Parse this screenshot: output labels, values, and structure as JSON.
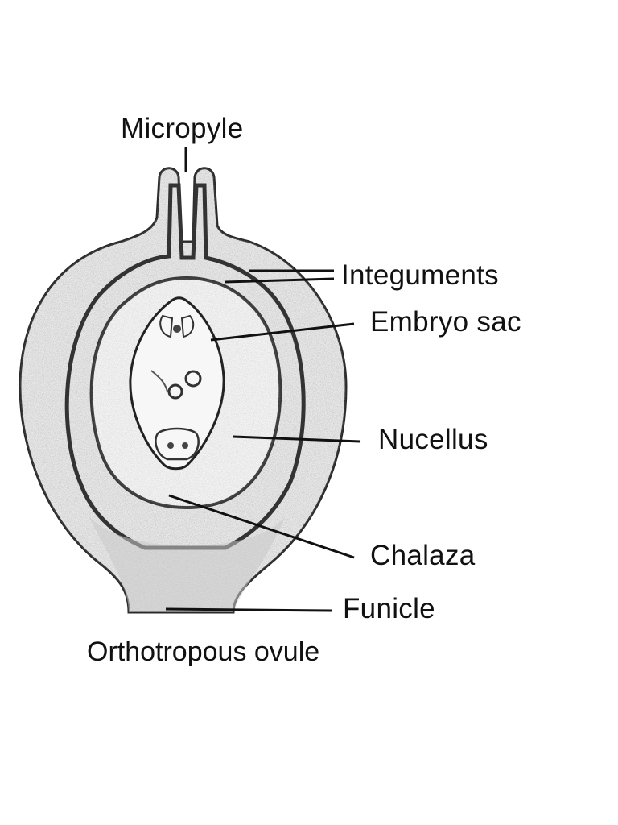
{
  "diagram": {
    "caption": "Orthotropous ovule",
    "labels": {
      "micropyle": "Micropyle",
      "integuments": "Integuments",
      "embryo_sac": "Embryo sac",
      "nucellus": "Nucellus",
      "chalaza": "Chalaza",
      "funicle": "Funicle"
    }
  }
}
